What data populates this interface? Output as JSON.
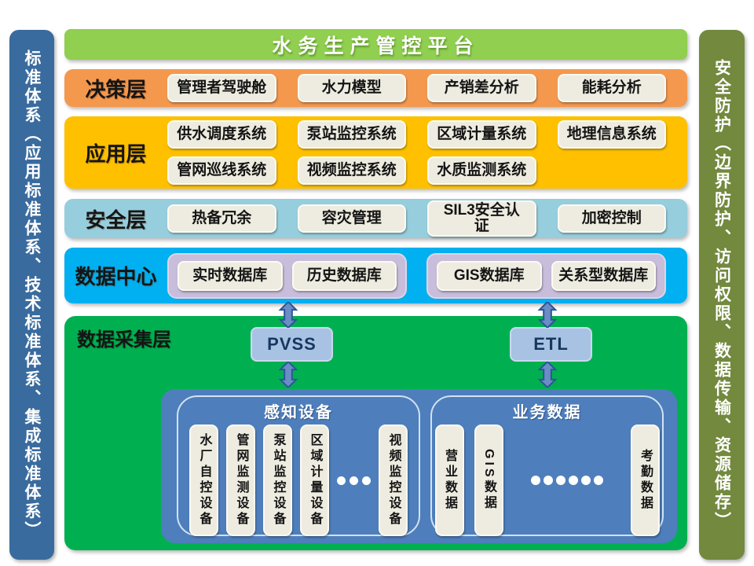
{
  "title": "水务生产管控平台",
  "sidebars": {
    "left": "标准体系（应用标准体系、技术标准体系、集成标准体系）",
    "right": "安全防护（边界防护、访问权限、数据传输、资源储存）"
  },
  "layers": {
    "decision": {
      "label": "决策层",
      "items": [
        "管理者驾驶舱",
        "水力模型",
        "产销差分析",
        "能耗分析"
      ]
    },
    "application": {
      "label": "应用层",
      "items": [
        "供水调度系统",
        "泵站监控系统",
        "区域计量系统",
        "地理信息系统",
        "管网巡线系统",
        "视频监控系统",
        "水质监测系统"
      ]
    },
    "security": {
      "label": "安全层",
      "items": [
        "热备冗余",
        "容灾管理",
        "SIL3安全认证",
        "加密控制"
      ]
    },
    "data_center": {
      "label": "数据中心",
      "groups": [
        [
          "实时数据库",
          "历史数据库"
        ],
        [
          "GIS数据库",
          "关系型数据库"
        ]
      ]
    },
    "collection": {
      "label": "数据采集层",
      "middleware": {
        "left": "PVSS",
        "right": "ETL"
      },
      "perception": {
        "title": "感知设备",
        "devices": [
          "水厂自控设备",
          "管网监测设备",
          "泵站监控设备",
          "区域计量设备",
          "视频监控设备"
        ]
      },
      "business": {
        "title": "业务数据",
        "items": [
          "营业数据",
          "GIS数据",
          "考勤数据"
        ]
      }
    }
  },
  "colors": {
    "banner_green": "#90CF4F",
    "decision_orange": "#F4984E",
    "application_yellow": "#FFC000",
    "security_light_blue": "#96CEDD",
    "datacenter_cyan": "#00B0F0",
    "collection_green": "#00B050",
    "left_bar_blue": "#3A6B9E",
    "right_bar_olive": "#72893E",
    "container_blue": "#4E7FBC",
    "database_group_lavender": "#C8BDDA",
    "pill_cream": "#EEECE0",
    "middleware_blue": "#A8C2E4",
    "arrow_blue": "#6A8DC6"
  }
}
